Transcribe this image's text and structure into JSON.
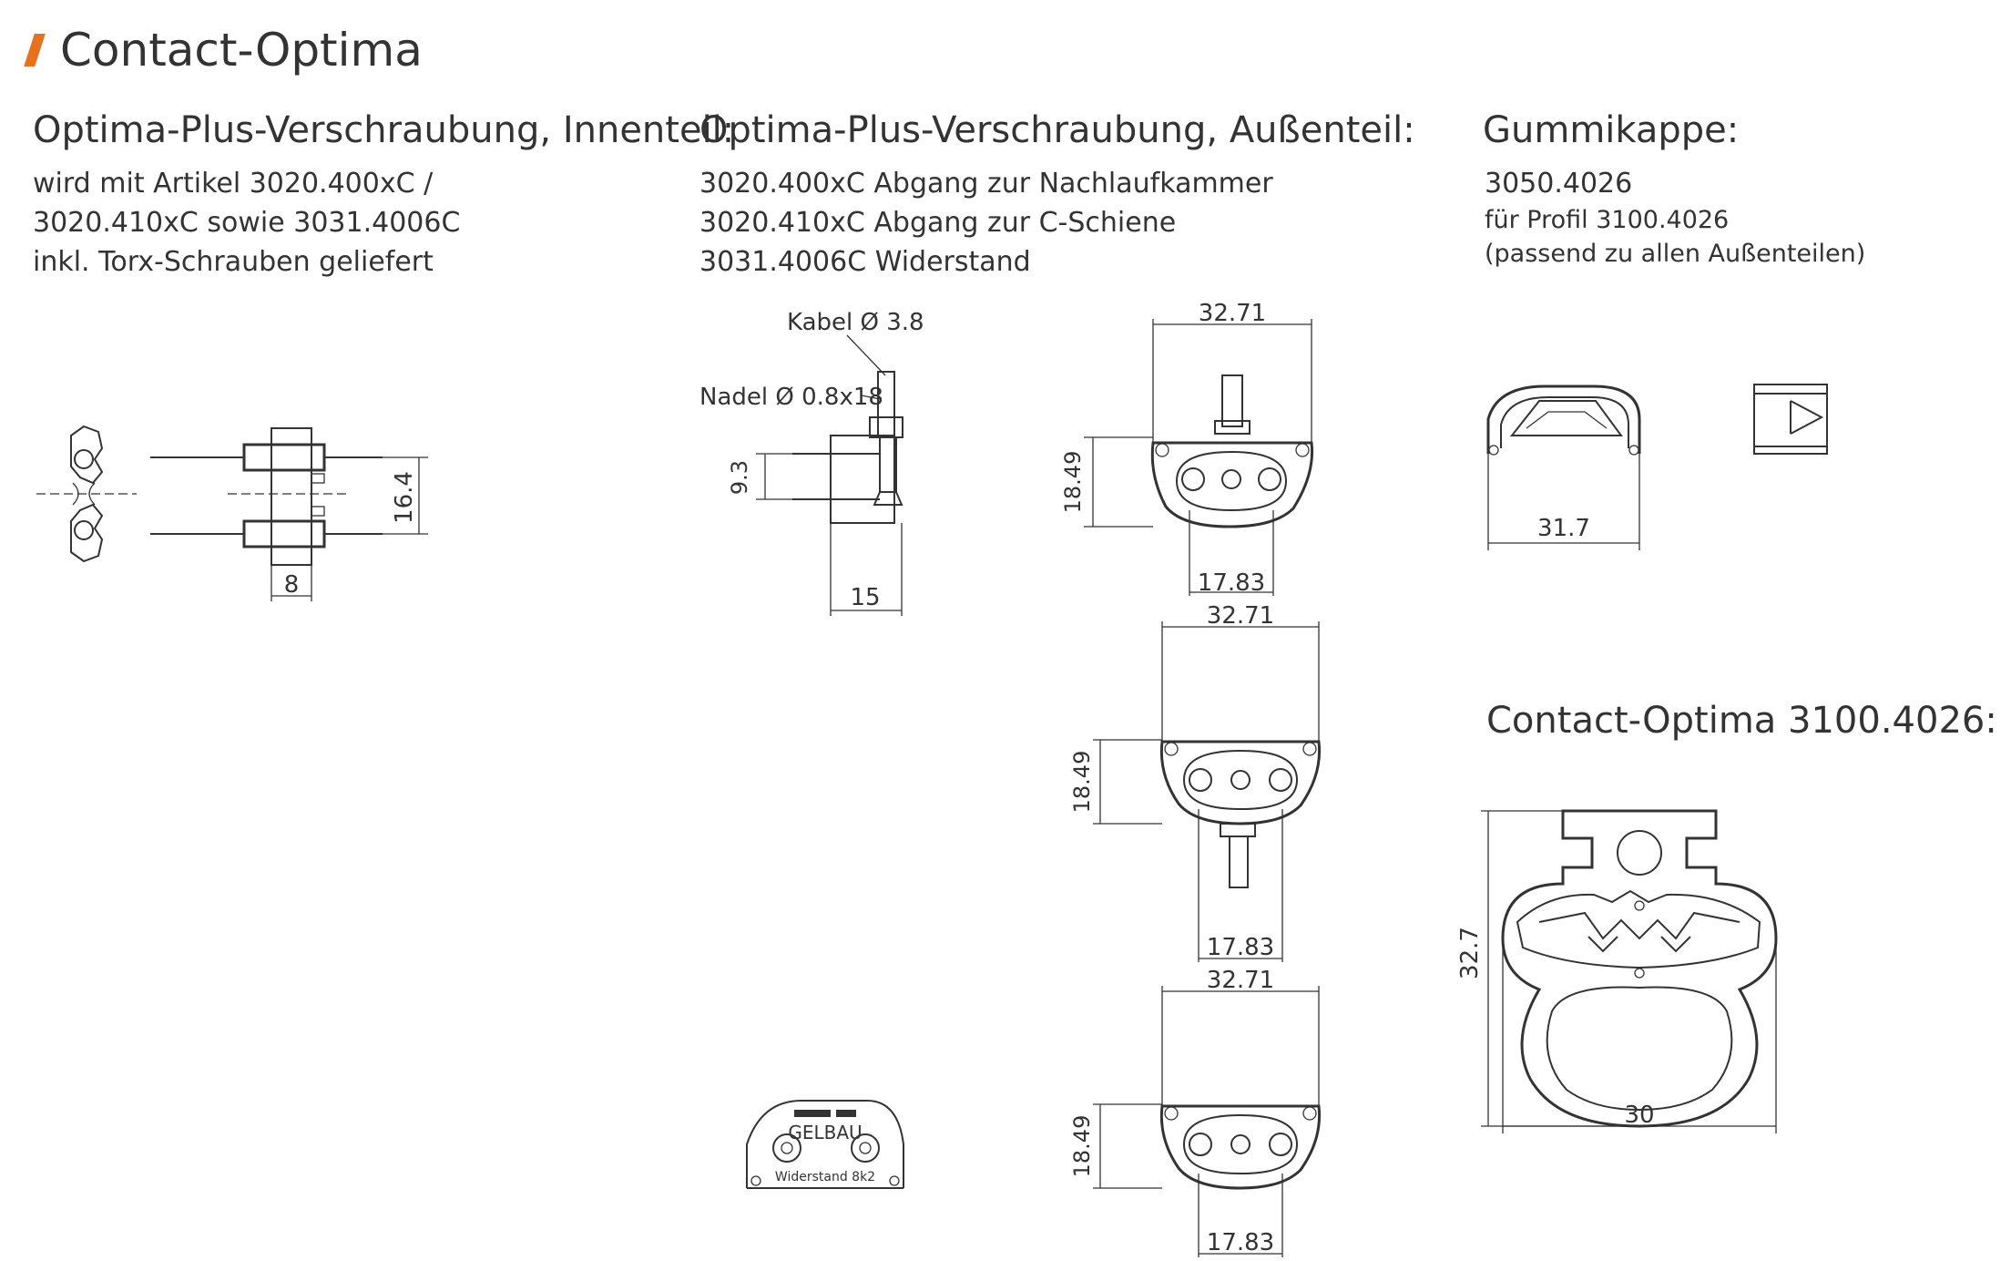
{
  "page": {
    "title": "Contact-Optima",
    "accent_color": "#e8711e"
  },
  "sections": {
    "inner": {
      "title": "Optima-Plus-Verschraubung, Innenteil:",
      "lines": [
        "wird mit Artikel 3020.400xC /",
        "3020.410xC sowie 3031.4006C",
        "inkl. Torx-Schrauben geliefert"
      ]
    },
    "outer": {
      "title": "Optima-Plus-Verschraubung, Außenteil:",
      "lines": [
        "3020.400xC Abgang zur Nachlaufkammer",
        "3020.410xC Abgang zur C-Schiene",
        "3031.4006C Widerstand"
      ]
    },
    "cap": {
      "title": "Gummikappe:",
      "number": "3050.4026",
      "lines": [
        "für Profil 3100.4026",
        "(passend zu allen Außenteilen)"
      ]
    },
    "profile": {
      "title": "Contact-Optima 3100.4026:"
    }
  },
  "dims": {
    "inner_height": "16.4",
    "inner_width": "8",
    "cable_label": "Kabel Ø 3.8",
    "needle_label": "Nadel Ø 0.8x18",
    "side_height": "9.3",
    "side_width": "15",
    "outer_width": "32.71",
    "outer_height": "18.49",
    "outer_inner_width": "17.83",
    "cap_width": "31.7",
    "profile_height": "32.7",
    "profile_width": "30"
  },
  "plate": {
    "brand": "GELBAU",
    "caption": "Widerstand 8k2"
  }
}
